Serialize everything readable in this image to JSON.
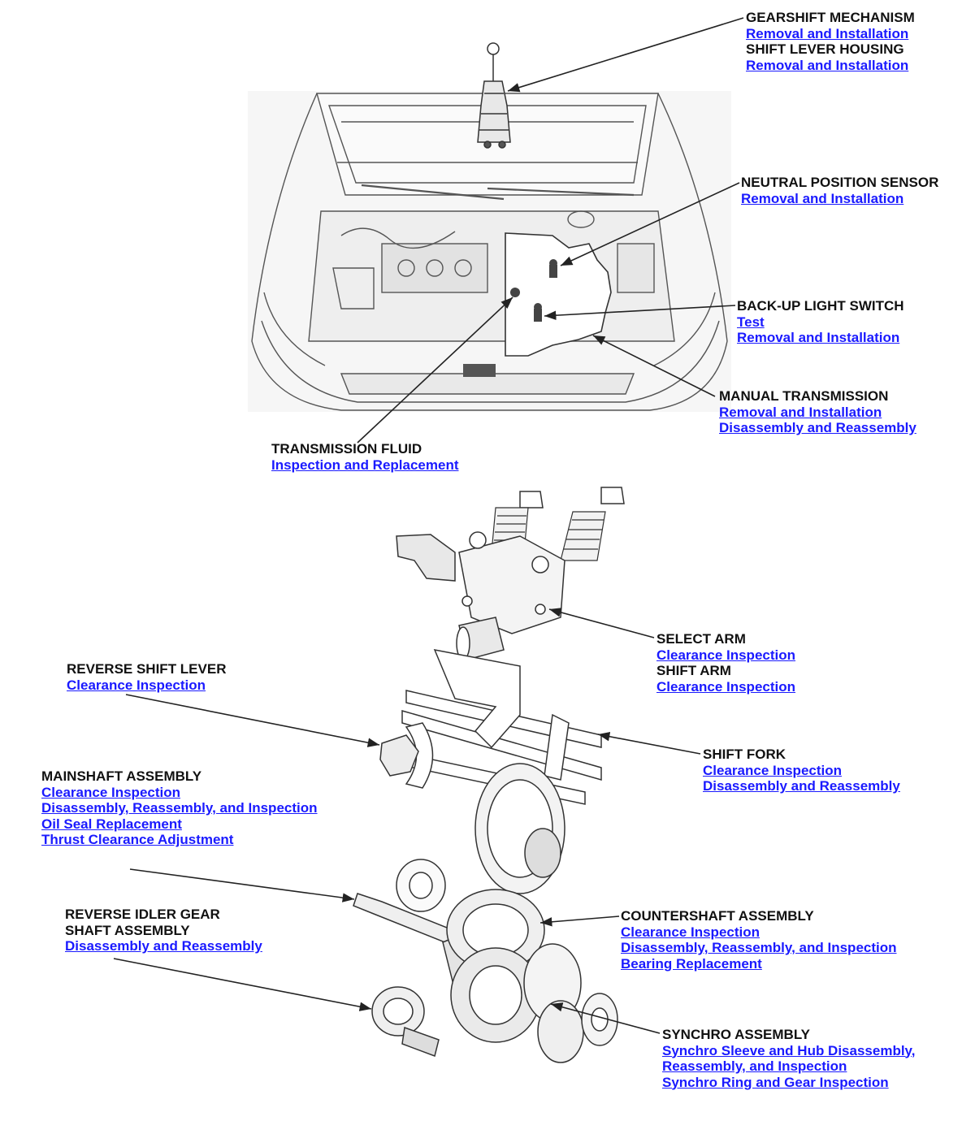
{
  "callouts": {
    "gearshift": {
      "title": "GEARSHIFT MECHANISM",
      "links": [
        "Removal and Installation"
      ],
      "title2": "SHIFT LEVER HOUSING",
      "links2": [
        "Removal and Installation"
      ]
    },
    "neutral_sensor": {
      "title": "NEUTRAL POSITION SENSOR",
      "links": [
        "Removal and Installation"
      ]
    },
    "backup_switch": {
      "title": "BACK-UP LIGHT SWITCH",
      "links": [
        "Test",
        "Removal and Installation"
      ]
    },
    "manual_transmission": {
      "title": "MANUAL TRANSMISSION",
      "links": [
        "Removal and Installation",
        "Disassembly and Reassembly"
      ]
    },
    "transmission_fluid": {
      "title": "TRANSMISSION FLUID",
      "links": [
        "Inspection and Replacement"
      ]
    },
    "select_arm": {
      "title": "SELECT ARM",
      "links": [
        "Clearance Inspection"
      ],
      "title2": "SHIFT ARM",
      "links2": [
        "Clearance Inspection"
      ]
    },
    "reverse_shift_lever": {
      "title": "REVERSE SHIFT LEVER",
      "links": [
        "Clearance Inspection"
      ]
    },
    "shift_fork": {
      "title": "SHIFT FORK",
      "links": [
        "Clearance Inspection",
        "Disassembly and Reassembly"
      ]
    },
    "mainshaft": {
      "title": "MAINSHAFT ASSEMBLY",
      "links": [
        "Clearance Inspection",
        "Disassembly, Reassembly, and Inspection",
        "Oil Seal Replacement",
        "Thrust Clearance Adjustment"
      ]
    },
    "reverse_idler": {
      "title": "REVERSE IDLER GEAR",
      "title_line2": "SHAFT ASSEMBLY",
      "links": [
        "Disassembly and Reassembly"
      ]
    },
    "countershaft": {
      "title": "COUNTERSHAFT ASSEMBLY",
      "links": [
        "Clearance Inspection",
        "Disassembly, Reassembly, and Inspection",
        "Bearing Replacement"
      ]
    },
    "synchro": {
      "title": "SYNCHRO ASSEMBLY",
      "links": [
        "Synchro Sleeve and Hub Disassembly,",
        "Reassembly, and Inspection",
        "Synchro Ring and Gear Inspection"
      ]
    }
  },
  "colors": {
    "link": "#1a1aff",
    "text": "#111111",
    "line": "#222222"
  }
}
